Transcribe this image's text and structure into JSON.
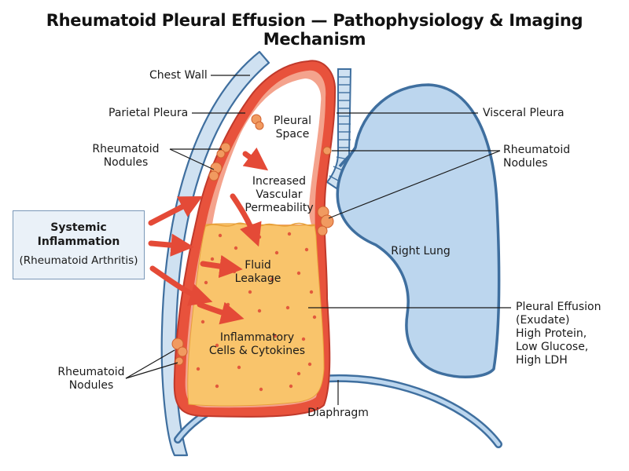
{
  "title": "Rheumatoid Pleural Effusion — Pathophysiology & Imaging Mechanism",
  "labels": {
    "chest_wall": "Chest Wall",
    "parietal_pleura": "Parietal Pleura",
    "rheumatoid_nodules_left_upper": [
      "Rheumatoid",
      "Nodules"
    ],
    "systemic_inflammation_title": [
      "Systemic",
      "Inflammation"
    ],
    "systemic_inflammation_sub": "(Rheumatoid Arthritis)",
    "rheumatoid_nodules_left_lower": [
      "Rheumatoid",
      "Nodules"
    ],
    "pleural_space": [
      "Pleural",
      "Space"
    ],
    "increased_vascular_permeability": [
      "Increased",
      "Vascular",
      "Permeability"
    ],
    "fluid_leakage": [
      "Fluid",
      "Leakage"
    ],
    "inflammatory_cells": [
      "Inflammatory",
      "Cells & Cytokines"
    ],
    "diaphragm": "Diaphragm",
    "visceral_pleura": "Visceral Pleura",
    "rheumatoid_nodules_right": [
      "Rheumatoid",
      "Nodules"
    ],
    "right_lung": "Right Lung",
    "pleural_effusion": [
      "Pleural Effusion",
      "(Exudate)",
      "High Protein,",
      "Low Glucose,",
      "High LDH"
    ]
  },
  "colors": {
    "outline_blue": "#3f6f9f",
    "lung_fill": "#bcd6ee",
    "chest_wall_fill": "#cfe1f1",
    "pleura_red": "#e8523c",
    "pleura_inner": "#f4a38d",
    "effusion_fill": "#f9c46b",
    "nodule": "#f19a60",
    "arrow_red": "#e44a37",
    "dot_red": "#e25a3c"
  }
}
